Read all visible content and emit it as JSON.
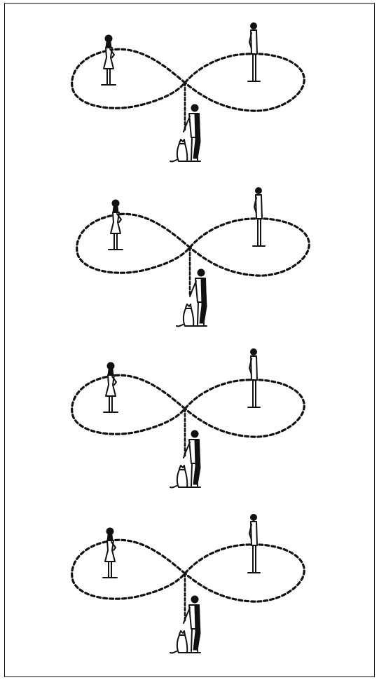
{
  "figure": {
    "panels": [
      {
        "label": "",
        "figures": [
          "woman",
          "man",
          "handler-with-dog"
        ],
        "path": "figure-eight"
      },
      {
        "label": "",
        "figures": [
          "woman",
          "man",
          "handler-with-dog"
        ],
        "path": "figure-eight"
      },
      {
        "label": "",
        "figures": [
          "woman",
          "man",
          "handler-with-dog"
        ],
        "path": "figure-eight"
      },
      {
        "label": "",
        "figures": [
          "woman",
          "man",
          "handler-with-dog"
        ],
        "path": "figure-eight"
      }
    ],
    "colors": {
      "ink": "#111111",
      "paper": "#ffffff"
    }
  }
}
